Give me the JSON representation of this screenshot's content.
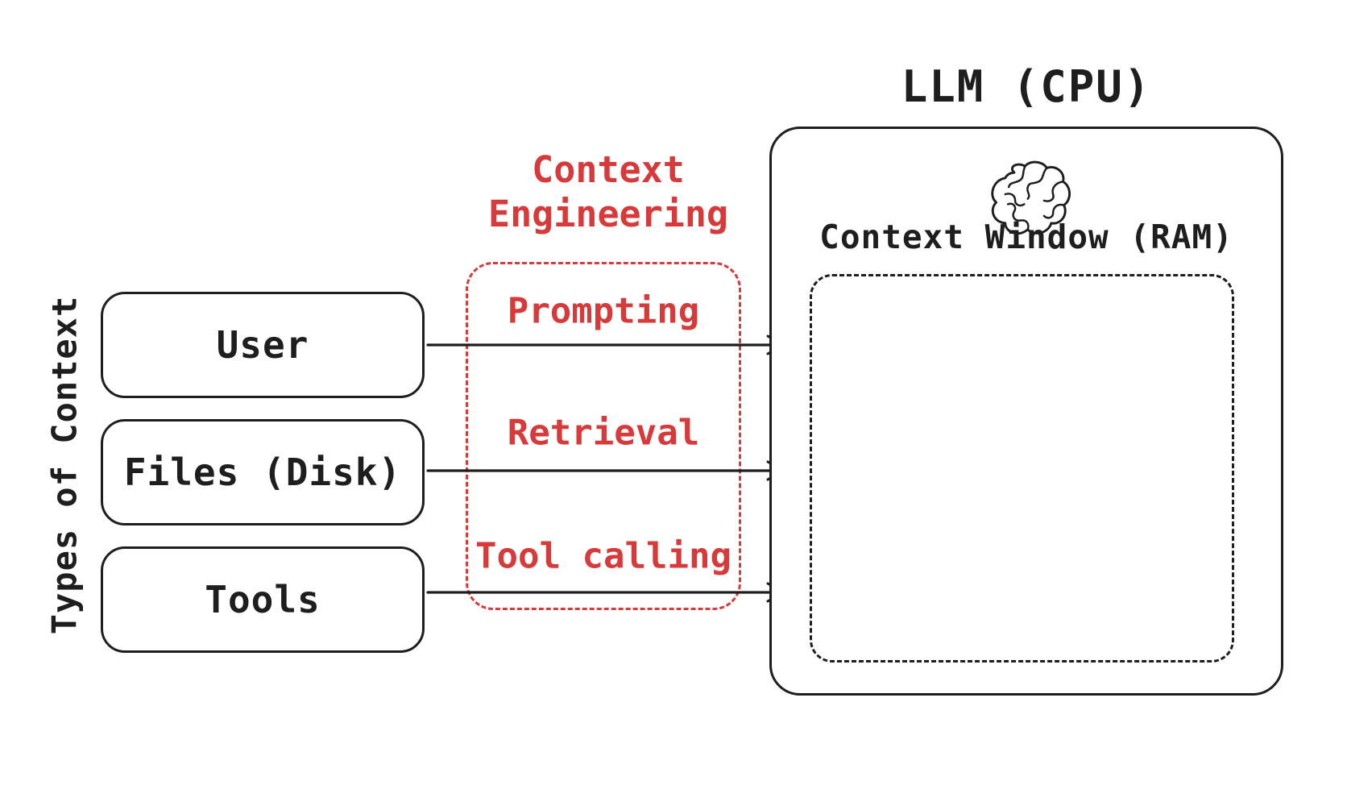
{
  "colors": {
    "ink": "#1e1e1e",
    "accent_red": "#d63a3a",
    "background": "#ffffff"
  },
  "left_panel": {
    "axis_label": "Types of Context",
    "boxes": [
      {
        "label": "User"
      },
      {
        "label": "Files (Disk)"
      },
      {
        "label": "Tools"
      }
    ]
  },
  "context_engineering": {
    "title_line1": "Context",
    "title_line2": "Engineering",
    "steps": [
      {
        "label": "Prompting"
      },
      {
        "label": "Retrieval"
      },
      {
        "label": "Tool calling"
      }
    ]
  },
  "llm": {
    "title": "LLM (CPU)",
    "icon": "brain-icon",
    "context_window_label": "Context Window (RAM)"
  }
}
